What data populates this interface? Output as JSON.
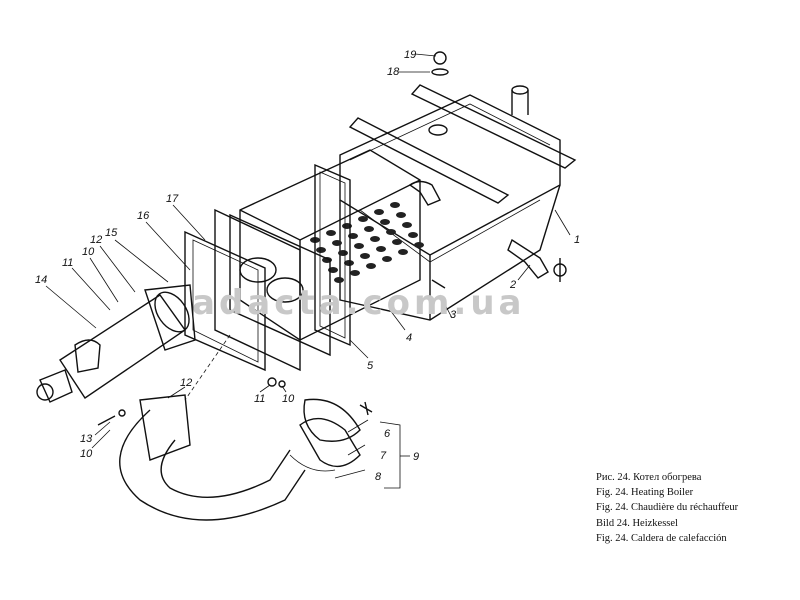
{
  "watermark": "adacta.com.ua",
  "callouts": [
    "19",
    "18",
    "17",
    "16",
    "15",
    "14",
    "13",
    "12",
    "12",
    "11",
    "11",
    "10",
    "10",
    "10",
    "9",
    "8",
    "7",
    "6",
    "5",
    "4",
    "3",
    "2",
    "1"
  ],
  "captions": [
    "Рис. 24. Котел обогрева",
    "Fig. 24. Heating Boiler",
    "Fig. 24. Chaudière du réchauffeur",
    "Bild 24. Heizkessel",
    "Fig. 24. Caldera de calefacción"
  ]
}
